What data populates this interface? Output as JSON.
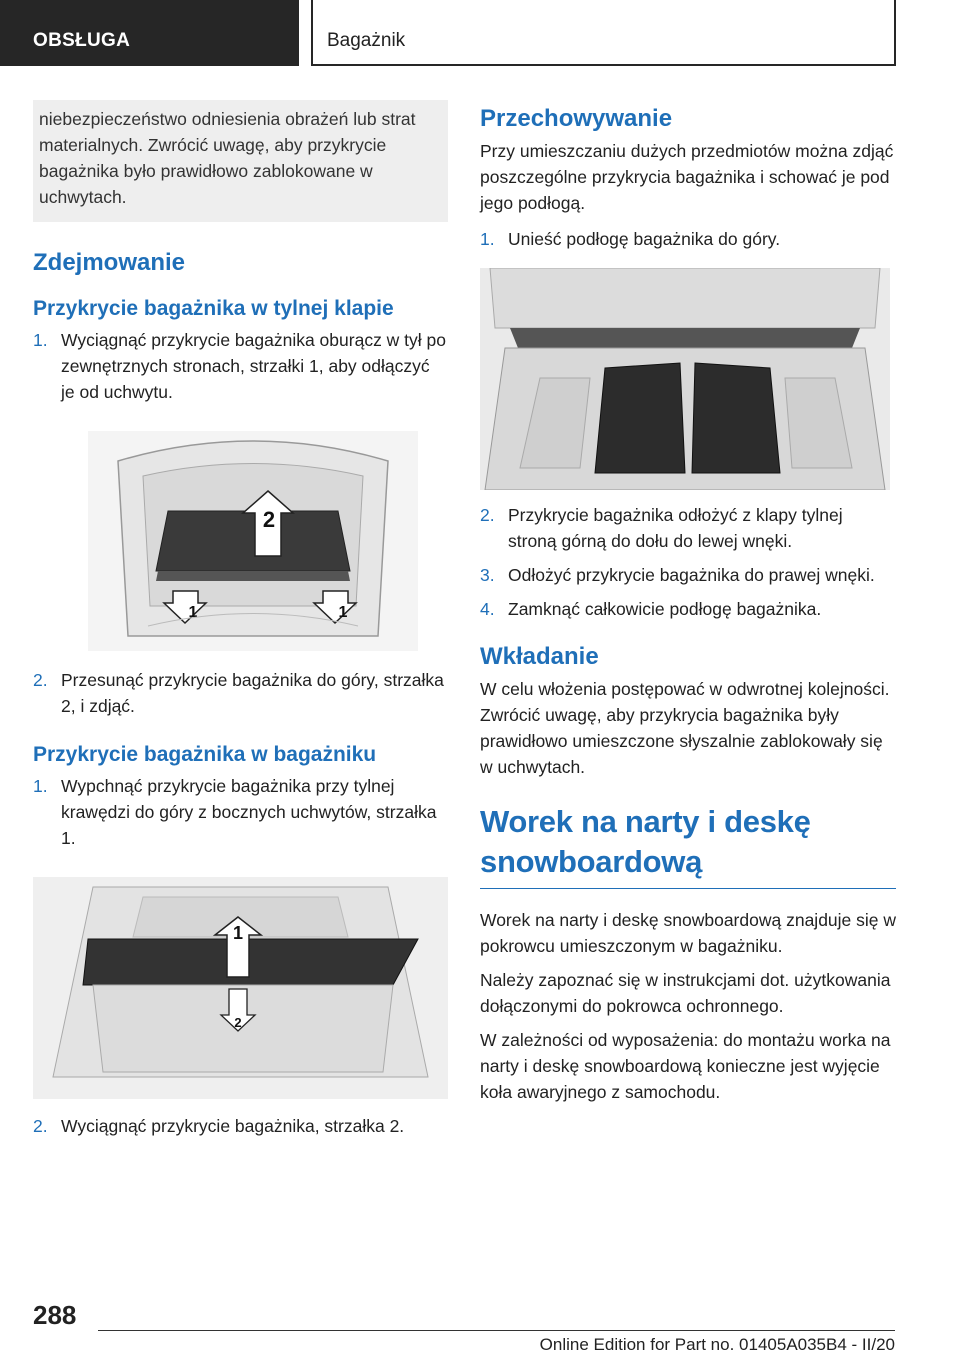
{
  "header": {
    "section": "OBSŁUGA",
    "chapter": "Bagażnik"
  },
  "left": {
    "warning_text": "niebezpieczeństwo odniesienia obrażeń lub strat materialnych. Zwrócić uwagę, aby przykry­cie bagażnika było prawidłowo zablokowane w uchwytach.",
    "heading_remove": "Zdejmowanie",
    "sub1": {
      "title": "Przykrycie bagażnika w tylnej klapie",
      "steps": [
        {
          "num": "1.",
          "text": "Wyciągnąć przykrycie bagażnika oburącz w tył po zewnętrznych stronach, strzałki 1, aby odłączyć je od uchwytu."
        },
        {
          "num": "2.",
          "text": "Przesunąć przykrycie bagażnika do góry, strzałka 2, i zdjąć."
        }
      ],
      "figure_labels": [
        "2",
        "1",
        "1"
      ]
    },
    "sub2": {
      "title": "Przykrycie bagażnika w bagażniku",
      "steps": [
        {
          "num": "1.",
          "text": "Wypchnąć przykrycie bagażnika przy tylnej krawędzi do góry z bocznych uchwytów, strzałka 1."
        },
        {
          "num": "2.",
          "text": "Wyciągnąć przykrycie bagażnika, strzałka 2."
        }
      ],
      "figure_labels": [
        "1",
        "2"
      ]
    }
  },
  "right": {
    "storage": {
      "title": "Przechowywanie",
      "text": "Przy umieszczaniu dużych przedmiotów można zdjąć poszczególne przykrycia bagażnika i scho­wać je pod jego podłogą.",
      "steps": [
        {
          "num": "1.",
          "text": "Unieść podłogę bagażnika do góry."
        },
        {
          "num": "2.",
          "text": "Przykrycie bagażnika odłożyć z klapy tylnej stroną górną do dołu do lewej wnęki."
        },
        {
          "num": "3.",
          "text": "Odłożyć przykrycie bagażnika do prawej wnęki."
        },
        {
          "num": "4.",
          "text": "Zamknąć całkowicie podłogę bagażnika."
        }
      ]
    },
    "insert": {
      "title": "Wkładanie",
      "text": "W celu włożenia postępować w odwrotnej kolej­ności. Zwrócić uwagę, aby przykrycia bagażnika były prawidłowo umieszczone słyszalnie zabloko­wały się w uchwytach."
    },
    "ski_bag": {
      "title": "Worek na narty i deskę snowboardową",
      "paragraphs": [
        "Worek na narty i deskę snowboardową znajduje się w pokrowcu umieszczonym w bagażniku.",
        "Należy zapoznać się w instrukcjami dot. użytko­wania dołączonymi do pokrowca ochronnego.",
        "W zależności od wyposażenia: do montażu worka na narty i deskę snowboardową konieczne jest wyjęcie koła awaryjnego z samochodu."
      ]
    }
  },
  "footer": {
    "page_number": "288",
    "edition": "Online Edition for Part no. 01405A035B4 - II/20"
  }
}
